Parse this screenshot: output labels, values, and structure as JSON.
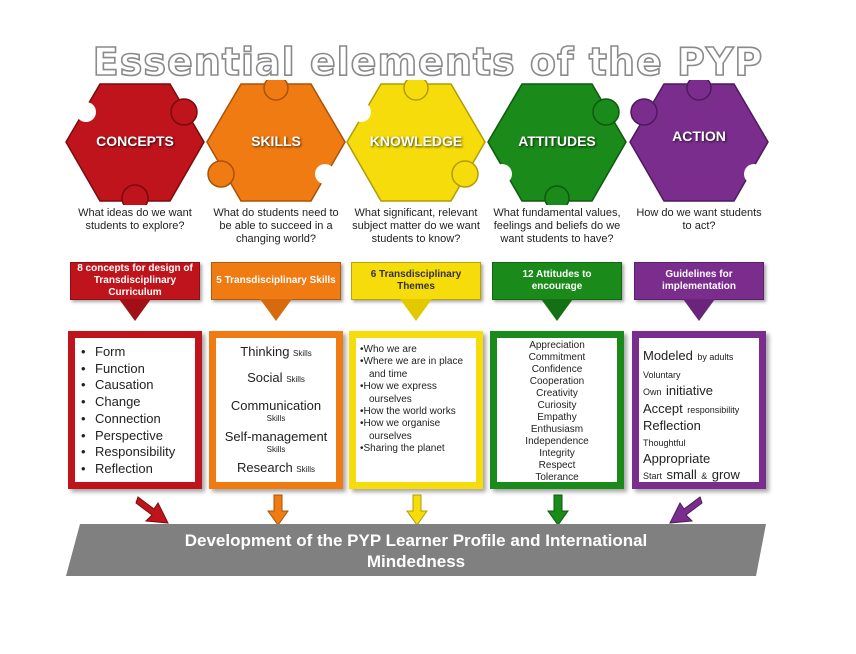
{
  "title": "Essential elements of the PYP",
  "columns": [
    {
      "key": "concepts",
      "label": "CONCEPTS",
      "color": "#c0141c",
      "question": "What ideas do we want students to explore?",
      "banner": "8 concepts for design of Transdisciplinary Curriculum",
      "items": [
        "Form",
        "Function",
        "Causation",
        "Change",
        "Connection",
        "Perspective",
        "Responsibility",
        "Reflection"
      ]
    },
    {
      "key": "skills",
      "label": "SKILLS",
      "color": "#f07b12",
      "question": "What do students need to be able to succeed in a changing world?",
      "banner": "5 Transdisciplinary Skills",
      "items": [
        {
          "name": "Thinking",
          "suffix": "Skills"
        },
        {
          "name": "Social",
          "suffix": "Skills"
        },
        {
          "name": "Communication",
          "suffix": "Skills"
        },
        {
          "name": "Self-management",
          "suffix": "Skills"
        },
        {
          "name": "Research",
          "suffix": "Skills"
        }
      ]
    },
    {
      "key": "knowledge",
      "label": "KNOWLEDGE",
      "color": "#f5dc0a",
      "question": "What significant, relevant subject matter do we want students to know?",
      "banner": "6 Transdisciplinary Themes",
      "items": [
        "Who we are",
        "Where we are in place and time",
        "How we express ourselves",
        "How the world works",
        "How we organise ourselves",
        "Sharing the planet"
      ]
    },
    {
      "key": "attitudes",
      "label": "ATTITUDES",
      "color": "#1a8a1a",
      "question": "What fundamental values, feelings and beliefs do we want students to have?",
      "banner": "12 Attitudes to encourage",
      "items": [
        "Appreciation",
        "Commitment",
        "Confidence",
        "Cooperation",
        "Creativity",
        "Curiosity",
        "Empathy",
        "Enthusiasm",
        "Independence",
        "Integrity",
        "Respect",
        "Tolerance"
      ]
    },
    {
      "key": "action",
      "label": "ACTION",
      "color": "#7b2d8e",
      "question": "How do we want students to act?",
      "banner": "Guidelines for implementation",
      "items": [
        {
          "main": "Modeled",
          "tail": "by adults"
        },
        {
          "main": "Voluntary"
        },
        {
          "pre": "Own",
          "main": "initiative"
        },
        {
          "main": "Accept",
          "tail": "responsibility"
        },
        {
          "main": "Reflection"
        },
        {
          "main": "Thoughtful"
        },
        {
          "main": "Appropriate"
        },
        {
          "pre": "Start",
          "main": "small",
          "mid": "&",
          "main2": "grow"
        }
      ]
    }
  ],
  "footer": {
    "line1": "Development of the PYP Learner Profile and International",
    "line2": "Mindedness",
    "color": "#808080"
  }
}
